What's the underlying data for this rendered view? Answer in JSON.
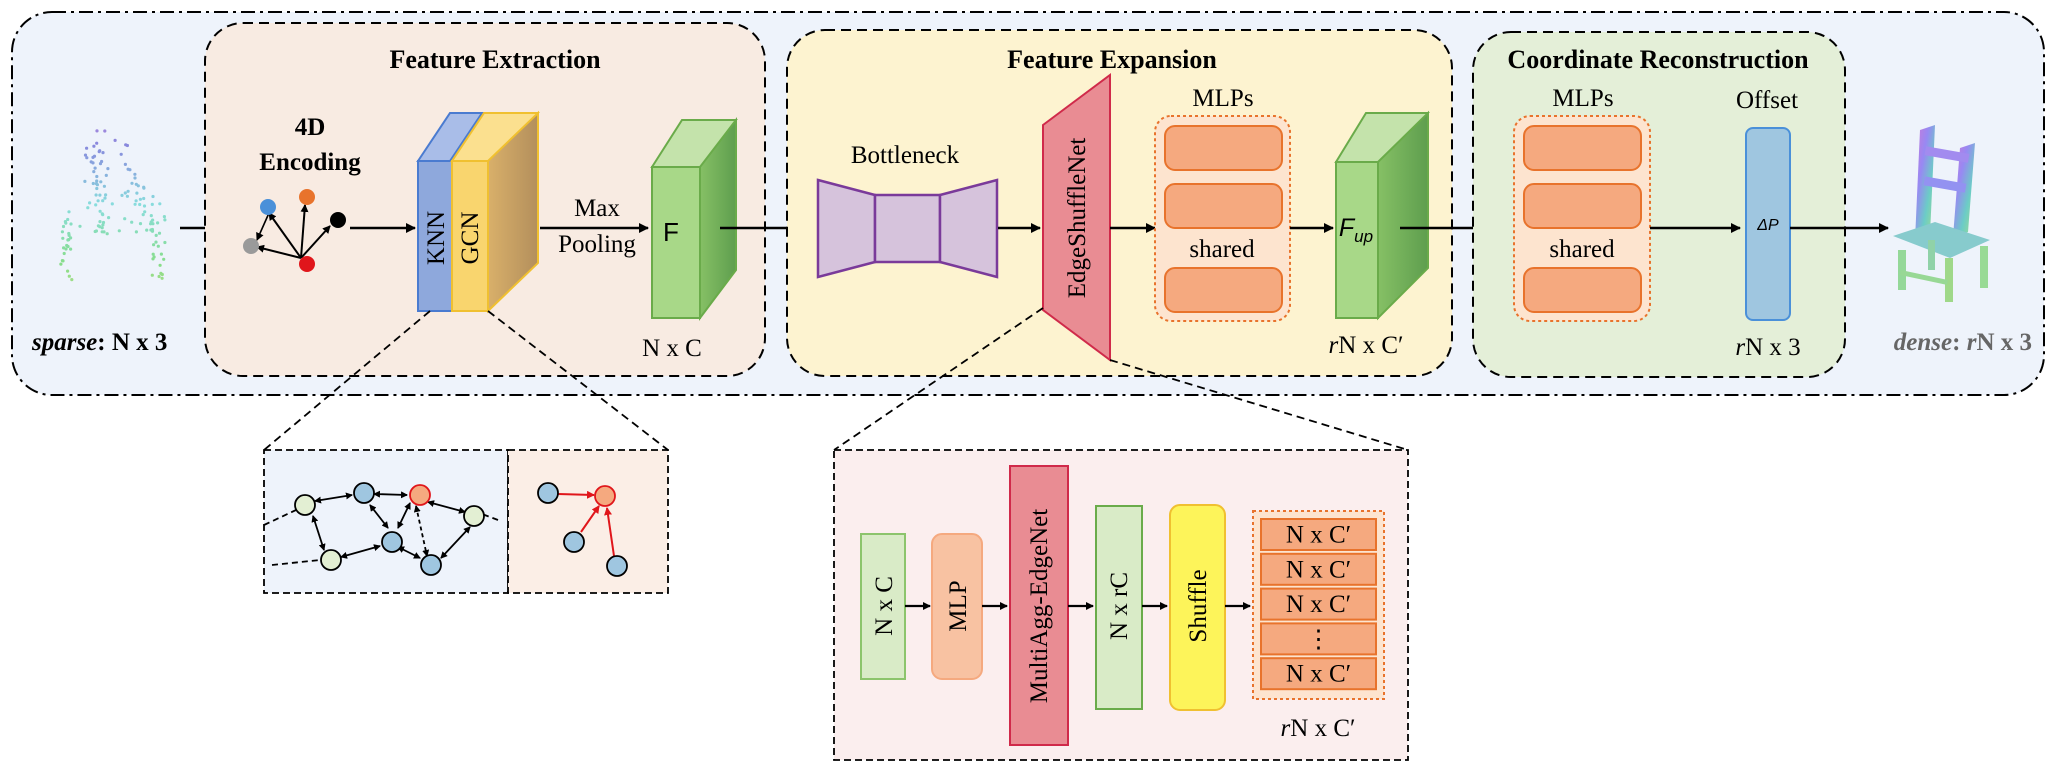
{
  "sections": {
    "feature_extraction": "Feature Extraction",
    "feature_expansion": "Feature Expansion",
    "coordinate_reconstruction": "Coordinate Reconstruction"
  },
  "input": {
    "prefix": "sparse",
    "suffix": ": N x 3"
  },
  "output": {
    "prefix": "dense",
    "mid": ": ",
    "r": "r",
    "suffix": "N x 3"
  },
  "extraction": {
    "encoding_line1": "4D",
    "encoding_line2": "Encoding",
    "knn": "KNN",
    "gcn": "GCN",
    "pool_line1": "Max",
    "pool_line2": "Pooling",
    "feature": "F",
    "feature_dim": "N x C"
  },
  "expansion": {
    "bottleneck": "Bottleneck",
    "edgeshuffle": "EdgeShuffleNet",
    "mlps": "MLPs",
    "shared": "shared",
    "fup_base": "F",
    "fup_sub": "up",
    "fup_dim_r": "r",
    "fup_dim": "N x C′"
  },
  "reconstruction": {
    "mlps": "MLPs",
    "shared": "shared",
    "offset": "Offset",
    "delta": "ΔP",
    "dim_r": "r",
    "dim": "N x 3"
  },
  "edgeshuffle_detail": {
    "input": "N x C",
    "mlp": "MLP",
    "multiagg": "MultiAgg-EdgeNet",
    "nrc": "N x rC",
    "shuffle": "Shuffle",
    "stack": [
      "N x C′",
      "N x C′",
      "N x C′",
      "⋮",
      "N x C′"
    ],
    "out_r": "r",
    "out_dim": "N x C′"
  },
  "colors": {
    "outer_bg": "#eef3fb",
    "extraction_bg": "#f8ebe2",
    "expansion_bg": "#fdf3d0",
    "reconstruction_bg": "#e4efd8",
    "knn_blue": "#8ea8dc",
    "gcn_yellow": "#f9d56e",
    "feature_green": "#9fd37a",
    "bottleneck_purple": "#d6c3dc",
    "edgeshuffle_red": "#e98c93",
    "mlp_orange": "#f5a97f",
    "offset_blue": "#9fc6e0",
    "shuffle_yellow": "#fdf45a"
  }
}
